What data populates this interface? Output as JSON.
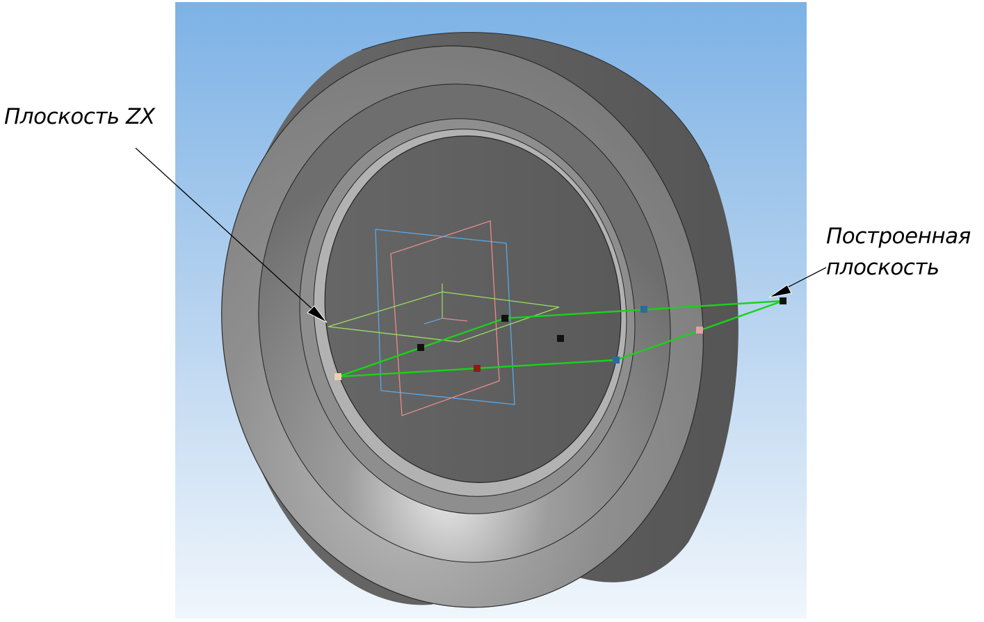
{
  "callouts": {
    "zx_plane": "Плоскость ZX",
    "built_plane_line1": "Построенная",
    "built_plane_line2": "плоскость"
  },
  "colors": {
    "viewport_top": "#7fb3e6",
    "viewport_bottom": "#eef4fb",
    "part_body": "#8a8a8a",
    "part_side": "#5c5c5c",
    "constructed_plane": "#19d219",
    "zx_plane": "#9be060",
    "xy_plane": "#5aa8e8",
    "yz_plane": "#e88c8c"
  }
}
